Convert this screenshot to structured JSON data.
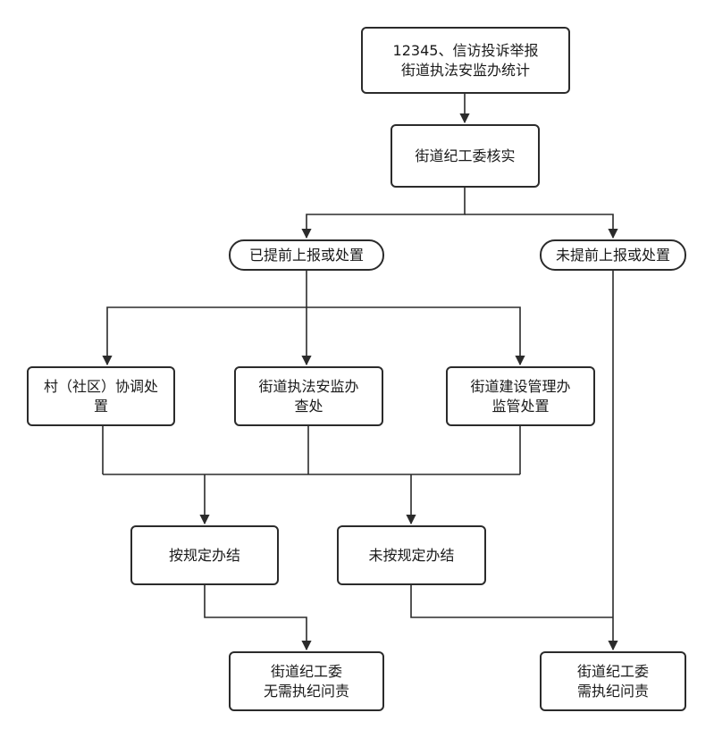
{
  "flow": {
    "source": {
      "lines": [
        "12345、信访投诉举报",
        "街道执法安监办统计"
      ]
    },
    "verify": {
      "lines": [
        "街道纪工委核实"
      ]
    },
    "reported": {
      "lines": [
        "已提前上报或处置"
      ]
    },
    "not_reported": {
      "lines": [
        "未提前上报或处置"
      ]
    },
    "village": {
      "lines": [
        "村（社区）协调处",
        "置"
      ]
    },
    "enforcement": {
      "lines": [
        "街道执法安监办",
        "查处"
      ]
    },
    "construction": {
      "lines": [
        "街道建设管理办",
        "监管处置"
      ]
    },
    "compliant": {
      "lines": [
        "按规定办结"
      ]
    },
    "noncompliant": {
      "lines": [
        "未按规定办结"
      ]
    },
    "no_accountability": {
      "lines": [
        "街道纪工委",
        "无需执纪问责"
      ]
    },
    "accountability": {
      "lines": [
        "街道纪工委",
        "需执纪问责"
      ]
    }
  },
  "colors": {
    "stroke": "#2b2b2b",
    "background": "#ffffff"
  }
}
